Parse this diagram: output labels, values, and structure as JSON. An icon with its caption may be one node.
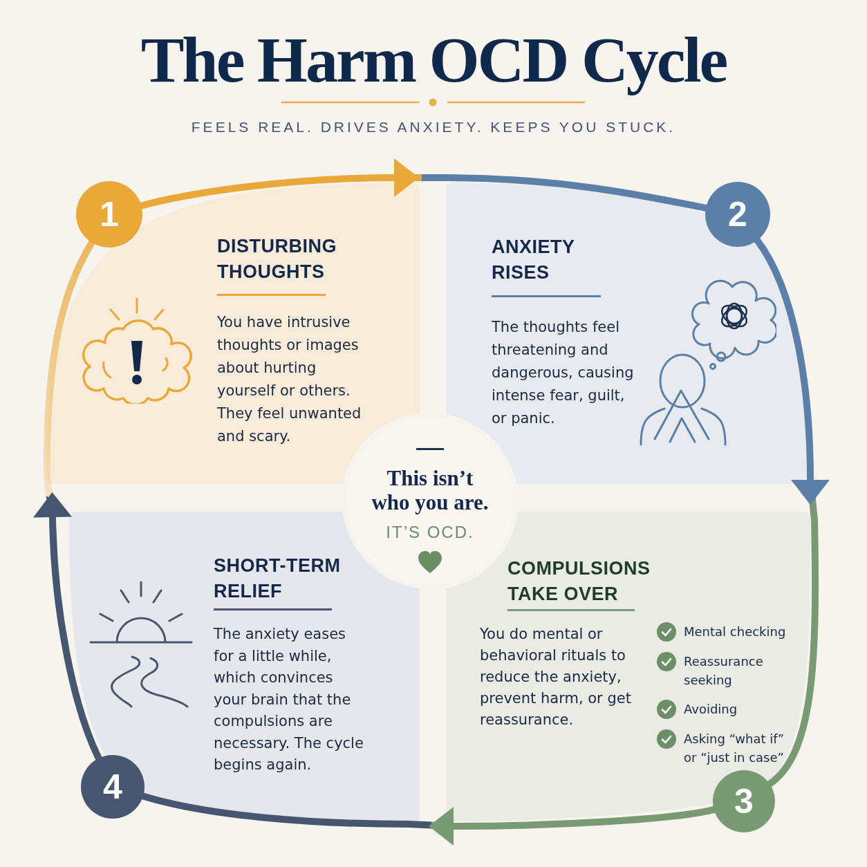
{
  "diagram": {
    "title": "The Harm OCD Cycle",
    "nodes": [
      {
        "text": [
          "1"
        ]
      },
      {
        "text": [
          "DISTURBING THOUGHTS",
          "You have intrusive thoughts or images about hurting yourself or others. They feel unwanted and scary."
        ]
      },
      {
        "text": [
          "2"
        ]
      },
      {
        "text": [
          "ANXIETY RISES",
          "The thoughts feel threatening and dangerous, causing intense fear, guilt, or panic."
        ]
      },
      {
        "text": [
          "This isn’t who you are.",
          "IT’S OCD."
        ]
      },
      {
        "text": [
          "SHORT-TERM RELIEF",
          "The anxiety eases for a little while, which convinces your brain that the compulsions are necessary. The cycle begins again."
        ]
      },
      {
        "text": [
          "COMPULSIONS TAKE OVER",
          "You do mental or behavioral rituals to reduce the anxiety, prevent harm, or get reassurance.",
          "Mental checking",
          "Reassurance seeking",
          "Avoiding",
          "Asking “what if” or “just in case”"
        ]
      },
      {
        "text": [
          "4"
        ]
      },
      {
        "text": [
          "3"
        ]
      }
    ],
    "edges": [
      {
        "from": 0,
        "to": 2,
        "arrow": "to",
        "color": "#e8a93a"
      },
      {
        "from": 2,
        "to": 8,
        "arrow": "to",
        "color": "#5b7fa6"
      },
      {
        "from": 8,
        "to": 7,
        "arrow": "to",
        "color": "#7a9a76"
      },
      {
        "from": 7,
        "to": 0,
        "arrow": "to",
        "color": "#45566e"
      }
    ],
    "labels": [
      "FEELS REAL. DRIVES ANXIETY. KEEPS YOU STUCK."
    ]
  }
}
